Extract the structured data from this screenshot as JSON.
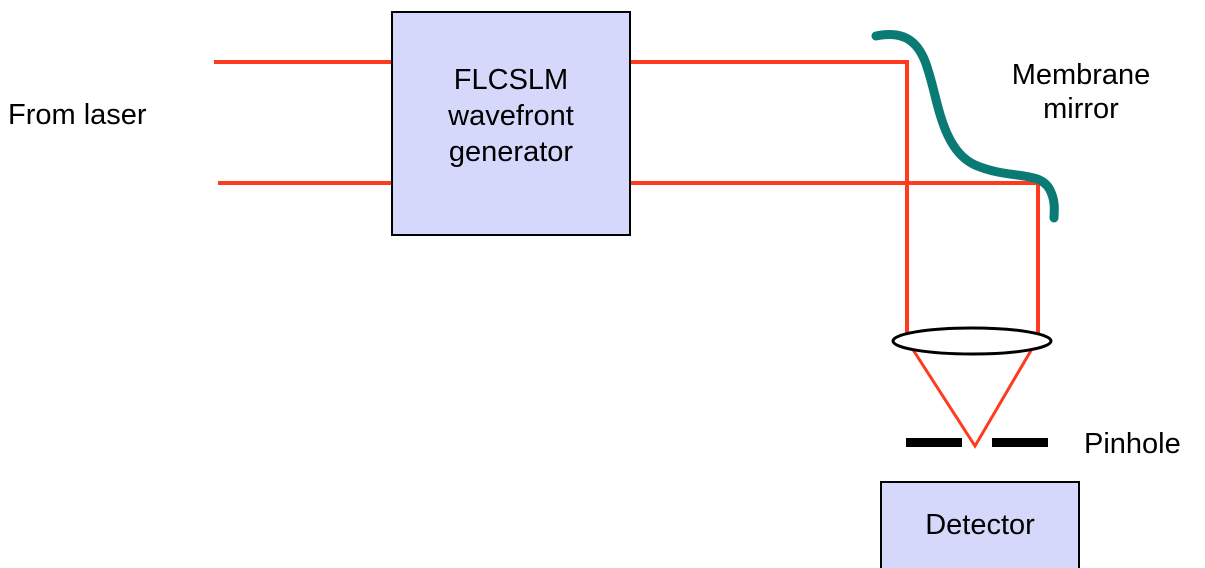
{
  "labels": {
    "source": "From laser",
    "generator": [
      "FLCSLM",
      "wavefront",
      "generator"
    ],
    "mirror": [
      "Membrane",
      "mirror"
    ],
    "pinhole": "Pinhole",
    "detector": "Detector"
  },
  "colors": {
    "beam": "#ff3b1f",
    "box_fill": "#d6d8fb",
    "box_stroke": "#000000",
    "mirror": "#0a7a74",
    "lens_fill": "#ffffff",
    "pinhole": "#000000"
  }
}
